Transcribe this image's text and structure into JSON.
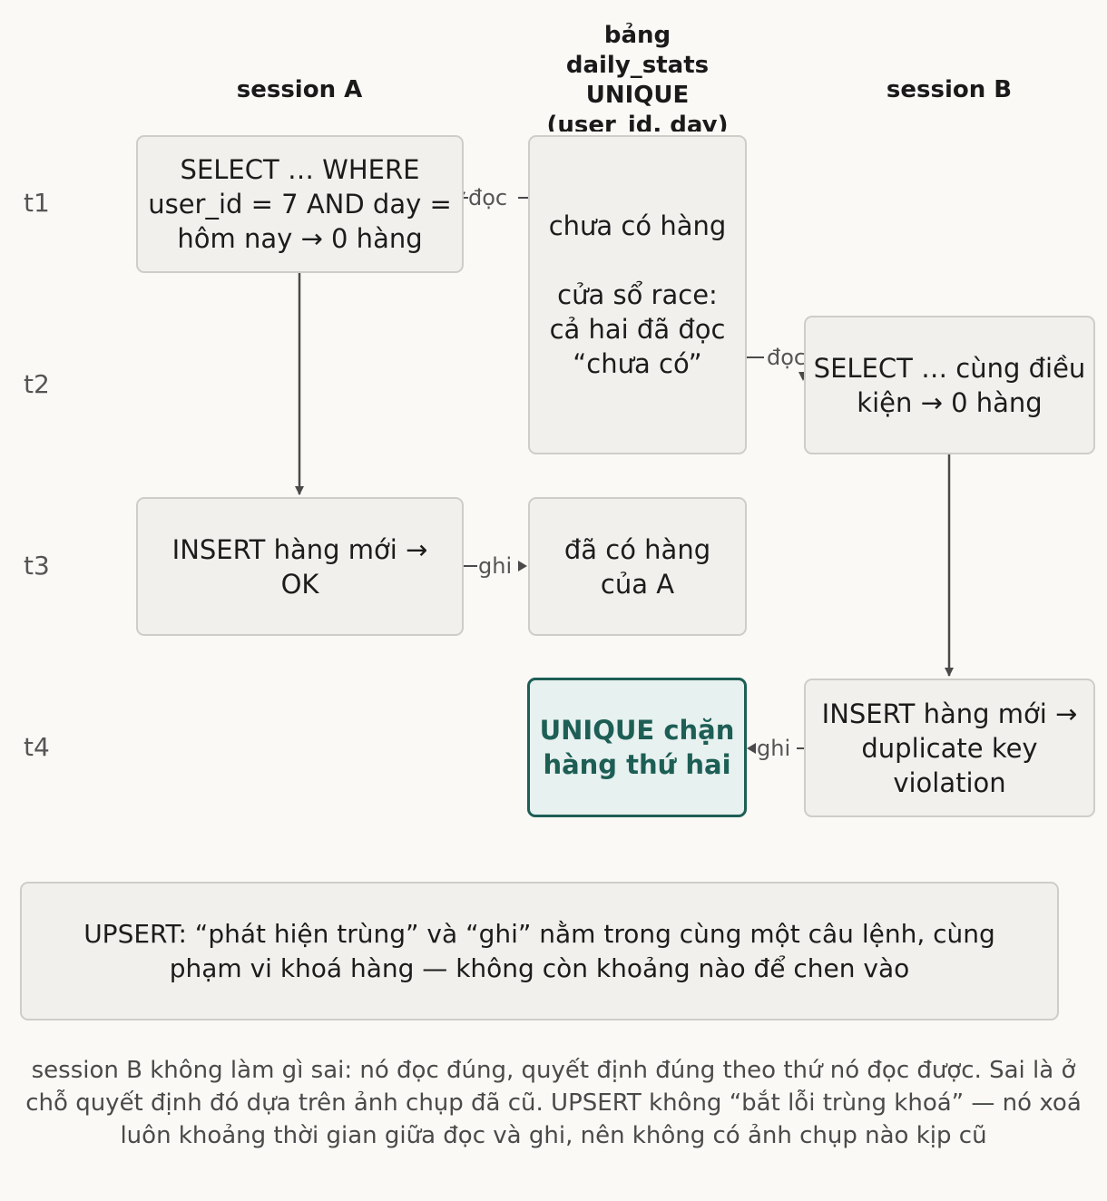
{
  "columns": {
    "session_a": "session A",
    "table": "bảng\ndaily_stats\nUNIQUE\n(user_id, day)",
    "session_b": "session B"
  },
  "rows": [
    "t1",
    "t2",
    "t3",
    "t4"
  ],
  "boxes": {
    "a_select": "SELECT … WHERE\nuser_id = 7 AND day =\nhôm nay → 0 hàng",
    "table_empty": "chưa có hàng\n\ncửa sổ race:\ncả hai đã đọc\n“chưa có”",
    "b_select": "SELECT … cùng điều\nkiện → 0 hàng",
    "a_insert": "INSERT hàng mới →\nOK",
    "table_has_a": "đã có hàng\ncủa A",
    "unique_block": "UNIQUE chặn\nhàng thứ hai",
    "b_insert": "INSERT hàng mới →\nduplicate key\nviolation",
    "upsert": "UPSERT: “phát hiện trùng” và “ghi” nằm trong cùng một câu lệnh, cùng\nphạm vi khoá hàng — không còn khoảng nào để chen vào"
  },
  "edges": {
    "read_a": "đọc",
    "read_b": "đọc",
    "write_a": "ghi",
    "write_b": "ghi"
  },
  "footnote": "session B không làm gì sai: nó đọc đúng, quyết định đúng theo thứ nó đọc được. Sai là ở chỗ quyết định đó dựa trên ảnh chụp đã cũ. UPSERT không “bắt lỗi trùng khoá” — nó xoá luôn khoảng thời gian giữa đọc và ghi, nên không có ảnh chụp nào kịp cũ",
  "colors": {
    "accent": "#1d5e55",
    "accent_fill": "#e7f1ef",
    "box_fill": "#f1f0ed",
    "box_border": "#cfcdc8",
    "arrow": "#4a4a4a"
  }
}
